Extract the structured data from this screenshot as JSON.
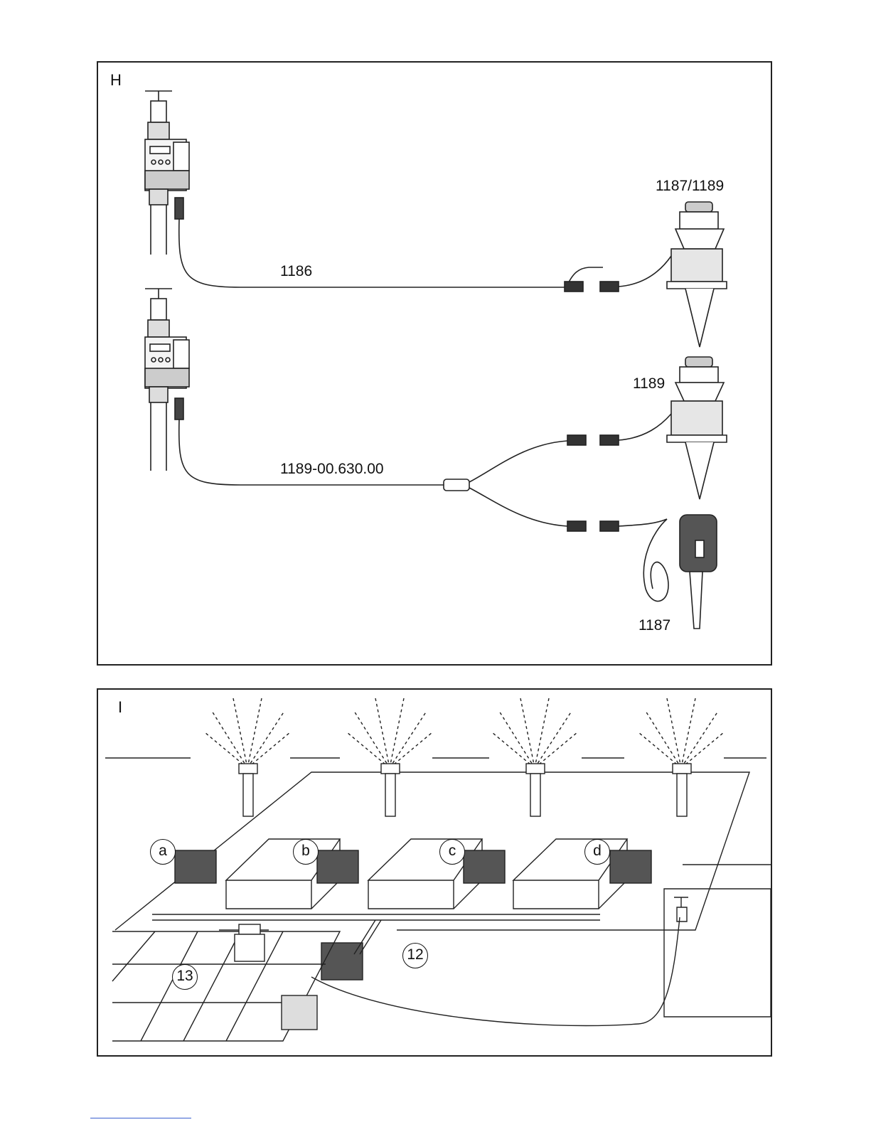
{
  "panel_h": {
    "letter": "H",
    "labels": {
      "cable_1186": "1186",
      "sensor_1187_1189": "1187/1189",
      "sensor_1189": "1189",
      "splitter_cable": "1189-00.630.00",
      "sensor_1187": "1187"
    }
  },
  "panel_i": {
    "letter": "I",
    "callouts": {
      "a": "a",
      "b": "b",
      "c": "c",
      "d": "d",
      "n12": "12",
      "n13": "13"
    }
  }
}
